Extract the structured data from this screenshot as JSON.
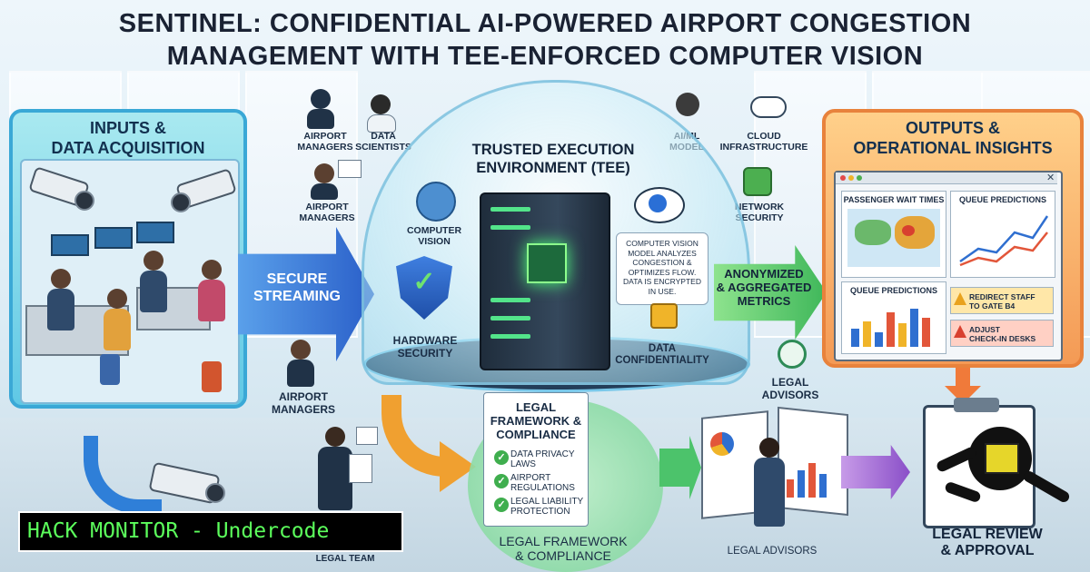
{
  "title": {
    "line1": "SENTINEL: CONFIDENTIAL AI-POWERED AIRPORT CONGESTION",
    "line2": "MANAGEMENT WITH TEE-ENFORCED COMPUTER VISION"
  },
  "inputs_panel": {
    "title_line1": "INPUTS &",
    "title_line2": "DATA ACQUISITION"
  },
  "outputs_panel": {
    "title_line1": "OUTPUTS &",
    "title_line2": "OPERATIONAL INSIGHTS"
  },
  "arrows": {
    "secure_streaming_1": "SECURE",
    "secure_streaming_2": "STREAMING",
    "metrics_1": "ANONYMIZED",
    "metrics_2": "& AGGREGATED",
    "metrics_3": "METRICS"
  },
  "tee": {
    "title_line1": "TRUSTED EXECUTION",
    "title_line2": "ENVIRONMENT (TEE)",
    "computer_vision_1": "COMPUTER",
    "computer_vision_2": "VISION",
    "hardware_1": "HARDWARE",
    "hardware_2": "SECURITY",
    "data_conf_1": "DATA",
    "data_conf_2": "CONFIDENTIALITY",
    "callout": [
      "COMPUTER VISION",
      "MODEL ANALYZES",
      "CONGESTION &",
      "OPTIMIZES FLOW.",
      "DATA IS ENCRYPTED",
      "IN USE."
    ]
  },
  "stakeholders": {
    "airport_managers_a_1": "AIRPORT",
    "airport_managers_a_2": "MANAGERS",
    "data_scientists_1": "DATA",
    "data_scientists_2": "SCIENTISTS",
    "airport_managers_b_1": "AIRPORT",
    "airport_managers_b_2": "MANAGERS",
    "aiml_1": "AI/ML",
    "aiml_2": "MODEL",
    "cloud_1": "CLOUD",
    "cloud_2": "INFRASTRUCTURE",
    "network_1": "NETWORK",
    "network_2": "SECURITY",
    "airport_managers_c_1": "AIRPORT",
    "airport_managers_c_2": "MANAGERS",
    "legal_advisors_right_1": "LEGAL",
    "legal_advisors_right_2": "ADVISORS",
    "legal_team": "LEGAL TEAM",
    "legal_advisors_bottom": "LEGAL ADVISORS"
  },
  "legal_doc": {
    "title_1": "LEGAL",
    "title_2": "FRAMEWORK &",
    "title_3": "COMPLIANCE",
    "items": [
      {
        "l1": "DATA PRIVACY",
        "l2": "LAWS"
      },
      {
        "l1": "AIRPORT",
        "l2": "REGULATIONS"
      },
      {
        "l1": "LEGAL LIABILITY",
        "l2": "PROTECTION"
      }
    ],
    "footer_1": "LEGAL FRAMEWORK",
    "footer_2": "& COMPLIANCE"
  },
  "dashboard": {
    "card1": "PASSENGER WAIT TIMES",
    "card2": "QUEUE PREDICTIONS",
    "card3": "QUEUE PREDICTIONS",
    "alert1_1": "REDIRECT STAFF",
    "alert1_2": "TO GATE B4",
    "alert2_1": "ADJUST",
    "alert2_2": "CHECK-IN DESKS"
  },
  "approval": {
    "line1": "LEGAL REVIEW",
    "line2": "& APPROVAL"
  },
  "banner": "HACK MONITOR - Undercode",
  "colors": {
    "input_panel": "#5fc8e5",
    "output_panel": "#f49a55",
    "arrow_blue": "#3b78d8",
    "arrow_green": "#4cc36b",
    "arrow_orange": "#f0a030",
    "arrow_purple": "#9b5fd0",
    "banner_text": "#5cff5c"
  }
}
